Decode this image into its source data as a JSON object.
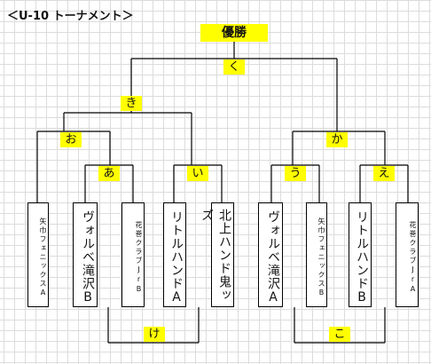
{
  "title": "＜U-10 トーナメント＞",
  "champion": "優勝",
  "matches": {
    "a": "あ",
    "i": "い",
    "u": "う",
    "e": "え",
    "o": "お",
    "ka": "か",
    "ki": "き",
    "ku": "く",
    "ke": "け",
    "ko": "こ"
  },
  "teams": [
    "矢巾フェニックスA",
    "ヴォルベ滝沢B",
    "花巻クラブJrB",
    "リトルハンドA",
    "北上ハンド鬼ッズ",
    "ヴォルベ滝沢A",
    "矢巾フェニックスB",
    "リトルハンドB",
    "花巻クラブJrA"
  ]
}
